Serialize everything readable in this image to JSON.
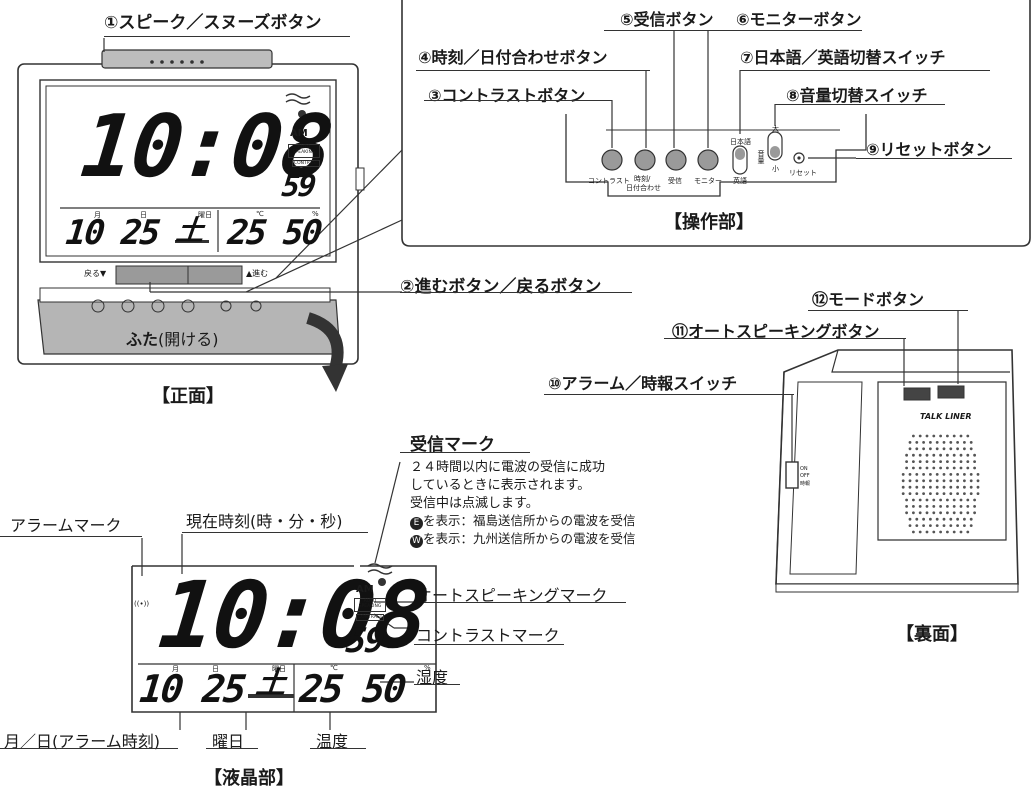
{
  "front_callouts": {
    "c1": "①スピーク／スヌーズボタン",
    "c2": "②進むボタン／戻るボタン"
  },
  "panel_callouts": {
    "c3": "③コントラストボタン",
    "c4": "④時刻／日付合わせボタン",
    "c5": "⑤受信ボタン",
    "c6": "⑥モニターボタン",
    "c7": "⑦日本語／英語切替スイッチ",
    "c8": "⑧音量切替スイッチ",
    "c9": "⑨リセットボタン"
  },
  "panel": {
    "caption": "【操作部】",
    "btn_contrast": "コントラスト",
    "btn_time": "時刻/",
    "btn_time2": "日付合わせ",
    "btn_receive": "受信",
    "btn_monitor": "モニター",
    "sw_japanese": "日本語",
    "sw_english": "英語",
    "vol_label": "音量",
    "vol_high": "大",
    "vol_low": "小",
    "btn_reset": "リセット"
  },
  "front": {
    "caption": "【正面】",
    "lid_bold": "ふた",
    "lid_paren": "(開ける)",
    "back_label": "戻る▼",
    "next_label": "▲進む",
    "ampm": "AM",
    "auto_line1": "AUTO",
    "auto_line2": "SPEAKING",
    "time": "10:08",
    "seconds": "59",
    "month_label": "月",
    "day_label": "日",
    "weekday_label": "曜日",
    "date": "10 25",
    "weekday": "土",
    "temp_unit": "℃",
    "hum_unit": "%",
    "temp_hum": "25 50",
    "contrast": "CONTRAST"
  },
  "back_callouts": {
    "c10": "⑩アラーム／時報スイッチ",
    "c11": "⑪オートスピーキングボタン",
    "c12": "⑫モードボタン"
  },
  "back": {
    "caption": "【裏面】",
    "brand": "TALK LINER",
    "sw_on": "ON",
    "sw_off": "OFF",
    "sw_jihou": "時報"
  },
  "lcd": {
    "caption": "【液晶部】",
    "alarm_mark": "アラームマーク",
    "current_time": "現在時刻(時・分・秒)",
    "reception_title": "受信マーク",
    "reception_desc1": "２４時間以内に電波の受信に成功",
    "reception_desc2": "しているときに表示されます。",
    "reception_desc3": "受信中は点滅します。",
    "reception_e": "を表示：福島送信所からの電波を受信",
    "reception_w": "を表示：九州送信所からの電波を受信",
    "auto_speaking_mark": "オートスピーキングマーク",
    "contrast_mark": "コントラストマーク",
    "humidity": "湿度",
    "month_day": "月／日(アラーム時刻)",
    "weekday": "曜日",
    "temperature": "温度",
    "ampm": "AM",
    "time": "10:08",
    "seconds": "59",
    "date": "10 25",
    "weekday_char": "土",
    "temp_hum": "25 50",
    "month_label": "月",
    "day_label": "日",
    "weekday_label": "曜日",
    "temp_unit": "℃",
    "hum_unit": "%",
    "alarm_icon": "((•))",
    "auto_line1": "AUTO",
    "auto_line2": "SPEAKING",
    "contrast": "CONTRAST"
  },
  "colors": {
    "line": "#333333",
    "panel_bg": "#ffffff",
    "lid": "#b5b5b5",
    "button": "#9a9a9a"
  }
}
